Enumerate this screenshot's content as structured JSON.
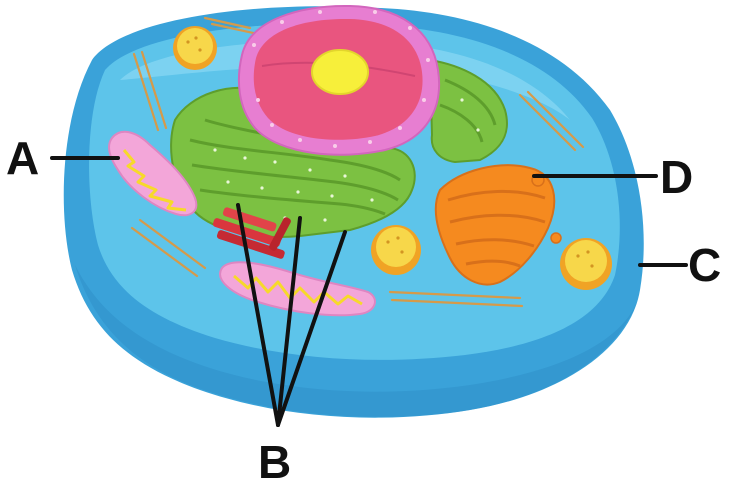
{
  "labels": {
    "a": "A",
    "b": "B",
    "c": "C",
    "d": "D"
  },
  "colors": {
    "cell_membrane": "#3aa7dc",
    "cytoplasm": "#5ec8ec",
    "nucleus_envelope": "#e77ed1",
    "nucleolus": "#f7ef3a",
    "endoplasmic_reticulum": "#7cc142",
    "golgi": "#f58a1f",
    "mitochondrion": "#f3a6d9",
    "vesicle": "#f7c936",
    "lines": "#111111"
  }
}
